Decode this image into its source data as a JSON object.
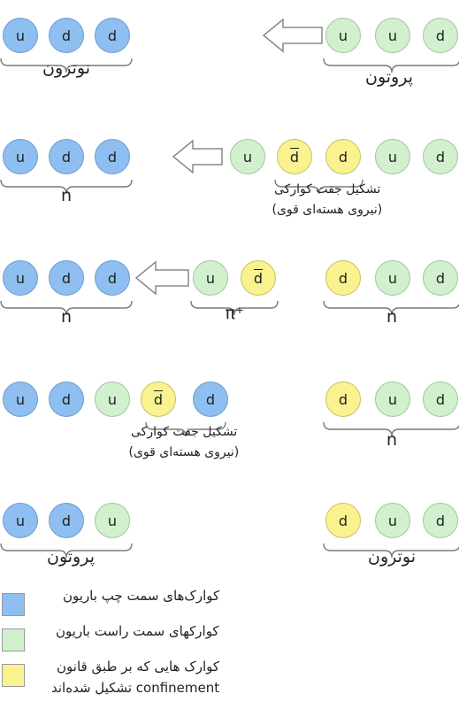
{
  "rows": [
    {
      "left": {
        "quarks": [
          {
            "flavor": "u",
            "color": "blue"
          },
          {
            "flavor": "d",
            "color": "blue"
          },
          {
            "flavor": "d",
            "color": "blue"
          }
        ],
        "label": "نوترون"
      },
      "right": {
        "quarks": [
          {
            "flavor": "u",
            "color": "green"
          },
          {
            "flavor": "u",
            "color": "green"
          },
          {
            "flavor": "d",
            "color": "green"
          }
        ],
        "label": "پروتون"
      }
    },
    {
      "left": {
        "quarks": [
          {
            "flavor": "u",
            "color": "blue"
          },
          {
            "flavor": "d",
            "color": "blue"
          },
          {
            "flavor": "d",
            "color": "blue"
          }
        ],
        "label": "n"
      },
      "right": {
        "quarks": [
          {
            "flavor": "u",
            "color": "green"
          },
          {
            "flavor": "d",
            "color": "yellow",
            "anti": true
          },
          {
            "flavor": "d",
            "color": "yellow"
          },
          {
            "flavor": "u",
            "color": "green"
          },
          {
            "flavor": "d",
            "color": "green"
          }
        ]
      },
      "note": [
        "تشکیل جفت کوارکی",
        "(نیروی هسته‌ای قوی)"
      ]
    },
    {
      "left": {
        "quarks": [
          {
            "flavor": "u",
            "color": "blue"
          },
          {
            "flavor": "d",
            "color": "blue"
          },
          {
            "flavor": "d",
            "color": "blue"
          }
        ],
        "label": "n"
      },
      "middle": {
        "quarks": [
          {
            "flavor": "u",
            "color": "green"
          },
          {
            "flavor": "d",
            "color": "yellow",
            "anti": true
          }
        ],
        "label": "π⁺"
      },
      "right": {
        "quarks": [
          {
            "flavor": "d",
            "color": "yellow"
          },
          {
            "flavor": "u",
            "color": "green"
          },
          {
            "flavor": "d",
            "color": "green"
          }
        ],
        "label": "n"
      }
    },
    {
      "left": {
        "quarks": [
          {
            "flavor": "u",
            "color": "blue"
          },
          {
            "flavor": "d",
            "color": "blue"
          },
          {
            "flavor": "u",
            "color": "green"
          },
          {
            "flavor": "d",
            "color": "yellow",
            "anti": true
          },
          {
            "flavor": "d",
            "color": "blue"
          }
        ]
      },
      "right": {
        "quarks": [
          {
            "flavor": "d",
            "color": "yellow"
          },
          {
            "flavor": "u",
            "color": "green"
          },
          {
            "flavor": "d",
            "color": "green"
          }
        ],
        "label": "n"
      },
      "note": [
        "تشکیل جفت کوارکی",
        "(نیروی هسته‌ای قوی)"
      ]
    },
    {
      "left": {
        "quarks": [
          {
            "flavor": "u",
            "color": "blue"
          },
          {
            "flavor": "d",
            "color": "blue"
          },
          {
            "flavor": "u",
            "color": "green"
          }
        ],
        "label": "پروتون"
      },
      "right": {
        "quarks": [
          {
            "flavor": "d",
            "color": "yellow"
          },
          {
            "flavor": "u",
            "color": "green"
          },
          {
            "flavor": "d",
            "color": "green"
          }
        ],
        "label": "نوترون"
      }
    }
  ],
  "legend": [
    {
      "color": "blue",
      "lines": [
        "کوارک‌های سمت چپ باریون"
      ]
    },
    {
      "color": "green",
      "lines": [
        "کوارکهای سمت راست باریون"
      ]
    },
    {
      "color": "yellow",
      "lines": [
        "کوارک هایی که بر طبق قانون",
        "confinement تشکیل شده‌اند"
      ]
    }
  ],
  "colors": {
    "blue": "#8fbff0",
    "green": "#d2f0ce",
    "yellow": "#f9f28f"
  }
}
